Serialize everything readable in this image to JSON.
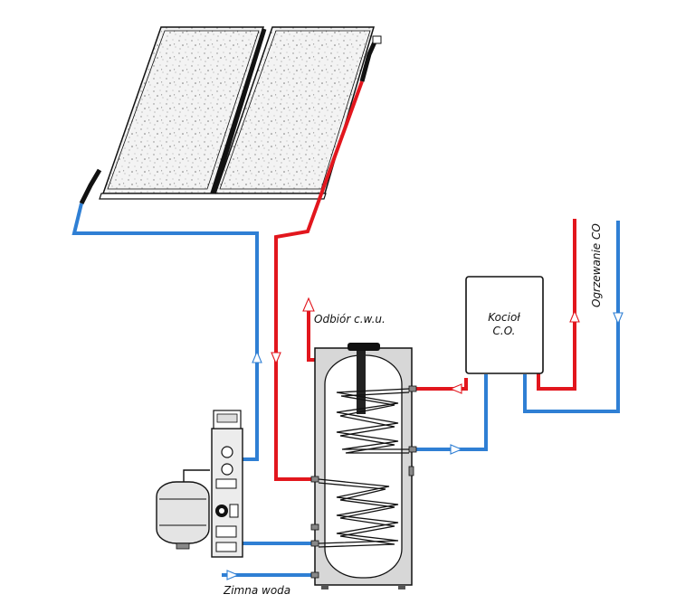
{
  "labels": {
    "hot_water_outlet": "Odbiór c.w.u.",
    "boiler_line1": "Kocioł",
    "boiler_line2": "C.O.",
    "heating": "Ogrzewanie CO",
    "cold_water": "Zimna woda"
  },
  "colors": {
    "hot_pipe": "#e2161d",
    "cold_pipe": "#2f7fd4",
    "tank": "#d7d7d7",
    "panel": "#f0f0f0"
  },
  "icons": {
    "solar_collector": "solar-panel-icon",
    "storage_tank": "water-tank-icon",
    "boiler": "boiler-icon",
    "pump_station": "pump-station-icon",
    "expansion_vessel": "expansion-vessel-icon"
  }
}
